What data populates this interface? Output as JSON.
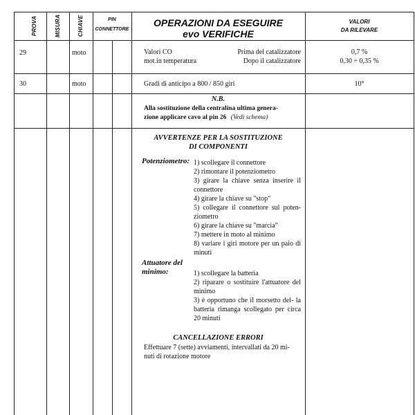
{
  "header": {
    "prova": "PROVA",
    "misura": "MISURA",
    "chiave": "CHIAVE",
    "pin_line1": "PIN",
    "pin_line2": "CONNETTORE",
    "ops_line1": "OPERAZIONI DA ESEGUIRE",
    "ops_line2": "evo VERIFICHE",
    "values_line1": "VALORI",
    "values_line2": "DA RILEVARE"
  },
  "rows": [
    {
      "prova": "29",
      "chiave": "moto",
      "op_left_1": "Valori CO",
      "op_left_2": "mot.in temperatura",
      "op_right_1": "Prima del catalizzatore",
      "op_right_2": "Dopo il catalizzatore",
      "value_1": "0,7  %",
      "value_2": "0,30  ÷  0,35  %"
    },
    {
      "prova": "30",
      "chiave": "moto",
      "op_text": "Gradi di anticipo a 800 / 850 giri",
      "value_1": "10°"
    }
  ],
  "nb": {
    "title": "N.B.",
    "line1": "Alla sostituzione della centralina ultima genera-",
    "line2": "zione applicare cavo al pin 26",
    "note": "(Vedi schema)"
  },
  "warnings": {
    "title_line1": "AVVERTENZE PER LA SOSTITUZIONE",
    "title_line2": "DI COMPONENTI",
    "potenziometro": {
      "label": "Potenziometro:",
      "steps": [
        "1) scollegare il connettore",
        "2) rimontare il potenziometro",
        "3) girare la chiave senza inserire il connettore",
        "4) girare la chiave su \"stop\"",
        "5) collegare il connettore sul poten- ziometro",
        "6) girare la chiave su \"marcia\"",
        "7) mettere in moto al minimo",
        "8) variare i giri motore per un paio di minuti"
      ]
    },
    "attuatore": {
      "label_line1": "Attuatore del",
      "label_line2": "minimo:",
      "steps": [
        "1) scollegare la batteria",
        "2) riparare o sostituire l'attuatore del minimo",
        "3) è opportuno che il morsetto del- la batteria rimanga scollegato per circa 20 minuti"
      ]
    },
    "cancellazione": {
      "title": "CANCELLAZIONE ERRORI",
      "text_line1": "Effettuare 7 (sette) avviamenti, intervallati da 20 mi-",
      "text_line2": "nuti di rotazione motore"
    }
  }
}
